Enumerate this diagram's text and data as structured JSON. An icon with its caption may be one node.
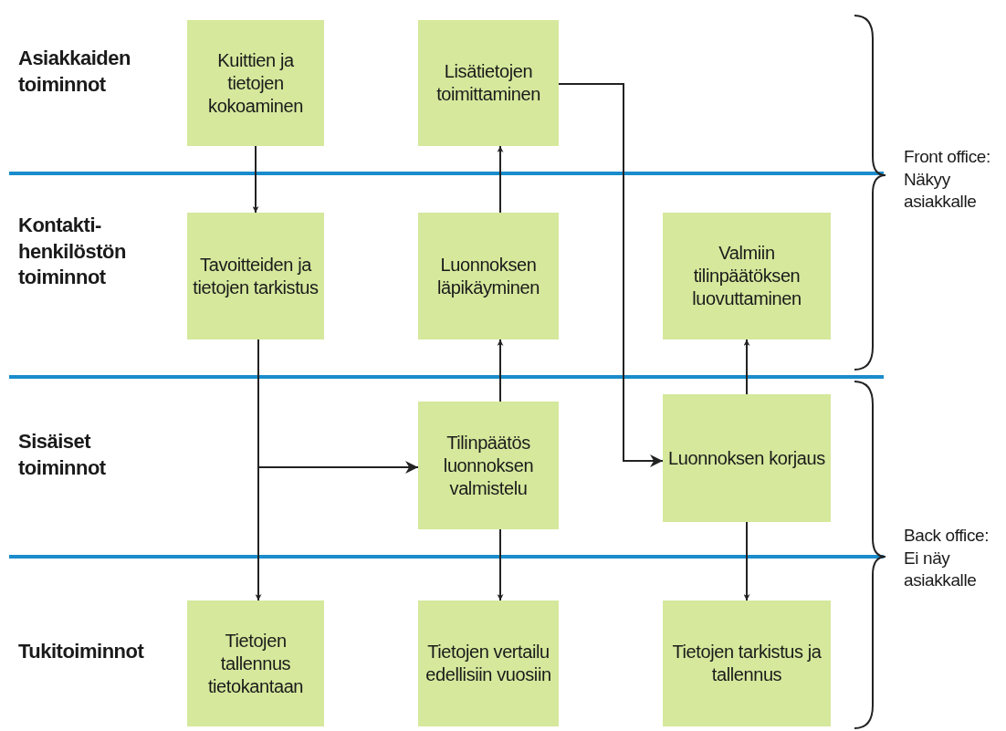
{
  "diagram": {
    "nodes": [
      {
        "text": [
          "Kuittien ja tietojen kokoaminen"
        ]
      },
      {
        "text": [
          "Lisätietojen toimittaminen"
        ]
      },
      {
        "text": [
          "Tavoitteiden ja tietojen tarkistus"
        ]
      },
      {
        "text": [
          "Luonnoksen läpikäyminen"
        ]
      },
      {
        "text": [
          "Valmiin tilinpäätöksen luovuttaminen"
        ]
      },
      {
        "text": [
          "Tilinpäätös luonnoksen valmistelu"
        ]
      },
      {
        "text": [
          "Luonnoksen korjaus"
        ]
      },
      {
        "text": [
          "Tietojen tallennus tietokantaan"
        ]
      },
      {
        "text": [
          "Tietojen vertailu edellisiin vuosiin"
        ]
      },
      {
        "text": [
          "Tietojen tarkistus ja tallennus"
        ]
      }
    ],
    "edges": [
      {
        "from": 0,
        "to": 2,
        "arrow": "to"
      },
      {
        "from": 2,
        "to": 7,
        "arrow": "to"
      },
      {
        "from": 2,
        "to": 5,
        "arrow": "to"
      },
      {
        "from": 5,
        "to": 3,
        "arrow": "to"
      },
      {
        "from": 3,
        "to": 1,
        "arrow": "to"
      },
      {
        "from": 1,
        "to": 6,
        "arrow": "to"
      },
      {
        "from": 6,
        "to": 4,
        "arrow": "to"
      },
      {
        "from": 5,
        "to": 8,
        "arrow": "to"
      },
      {
        "from": 6,
        "to": 9,
        "arrow": "to"
      }
    ],
    "labels": [
      "Asiakkaiden toiminnot",
      "Kontakti-henkilöstön toiminnot",
      "Sisäiset toiminnot",
      "Tukitoiminnot",
      "Front office: Näkyy asiakkalle",
      "Back office: Ei näy asiakkalle"
    ]
  }
}
